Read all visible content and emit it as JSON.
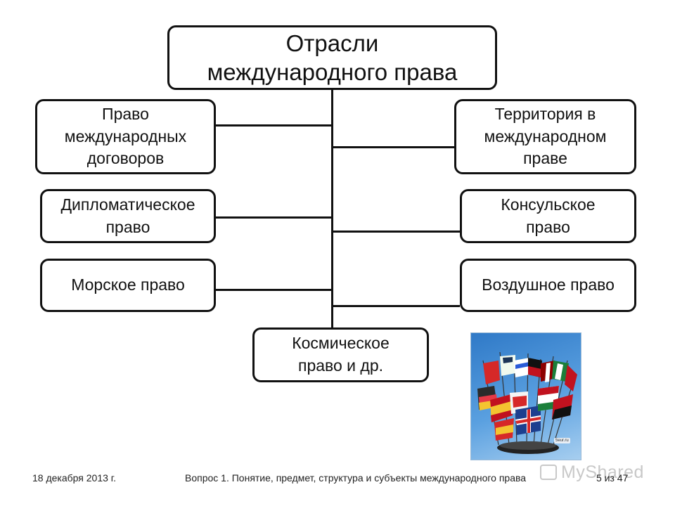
{
  "diagram": {
    "root": "Отрасли\nмеждународного права",
    "left": [
      "Право\nмеждународных\nдоговоров",
      "Дипломатическое\nправо",
      "Морское право"
    ],
    "right": [
      "Территория в\nмеждународном\nправе",
      "Консульское\nправо",
      "Воздушное право"
    ],
    "bottom": "Космическое\nправо и др."
  },
  "image": {
    "watermark": "5eur.ru"
  },
  "footer": {
    "date": "18 декабря 2013 г.",
    "title": "Вопрос 1. Понятие, предмет, структура и субъекты международного права",
    "page": "5 из 47"
  },
  "watermark": {
    "brand": "MyShared"
  }
}
